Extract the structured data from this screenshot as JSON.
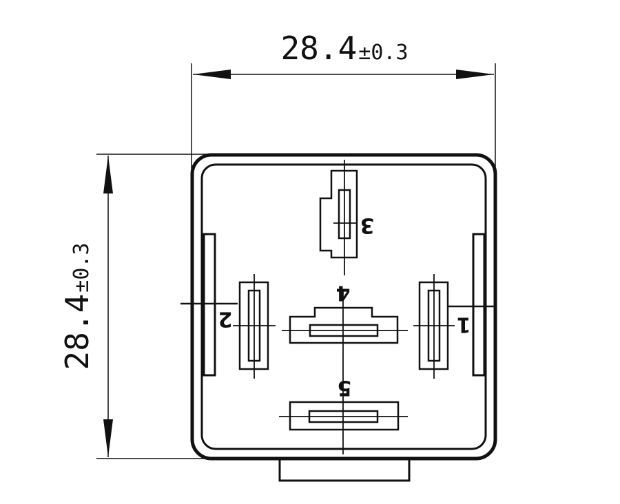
{
  "dimensions": {
    "width": {
      "value": "28.4",
      "tolerance": "±0.3"
    },
    "height": {
      "value": "28.4",
      "tolerance": "±0.3"
    }
  },
  "pins": {
    "p1": "1",
    "p2": "2",
    "p3": "3",
    "p4": "4",
    "p5": "5"
  },
  "colors": {
    "line": "#111111",
    "background": "#ffffff"
  }
}
